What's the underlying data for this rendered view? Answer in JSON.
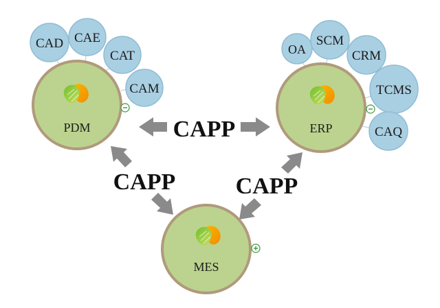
{
  "diagram": {
    "hubs": [
      {
        "id": "pdm",
        "label": "PDM",
        "toggle": "minus"
      },
      {
        "id": "erp",
        "label": "ERP",
        "toggle": "minus"
      },
      {
        "id": "mes",
        "label": "MES",
        "toggle": "plus"
      }
    ],
    "satellites": [
      {
        "id": "cad",
        "label": "CAD",
        "hub": "pdm"
      },
      {
        "id": "cae",
        "label": "CAE",
        "hub": "pdm"
      },
      {
        "id": "cat",
        "label": "CAT",
        "hub": "pdm"
      },
      {
        "id": "cam",
        "label": "CAM",
        "hub": "pdm"
      },
      {
        "id": "oa",
        "label": "OA",
        "hub": "erp"
      },
      {
        "id": "scm",
        "label": "SCM",
        "hub": "erp"
      },
      {
        "id": "crm",
        "label": "CRM",
        "hub": "erp"
      },
      {
        "id": "tcms",
        "label": "TCMS",
        "hub": "erp"
      },
      {
        "id": "caq",
        "label": "CAQ",
        "hub": "erp"
      }
    ],
    "links": [
      {
        "id": "pdm-erp",
        "label": "CAPP"
      },
      {
        "id": "pdm-mes",
        "label": "CAPP"
      },
      {
        "id": "erp-mes",
        "label": "CAPP"
      }
    ],
    "colors": {
      "hub_fill": "#bcd38f",
      "hub_stroke": "#b09a7c",
      "satellite_fill": "#a9cfe2",
      "satellite_stroke": "#8fbcd4",
      "arrow": "#8a8a8a",
      "toggle": "#3a9a3a",
      "text": "#1a1a1a"
    }
  }
}
